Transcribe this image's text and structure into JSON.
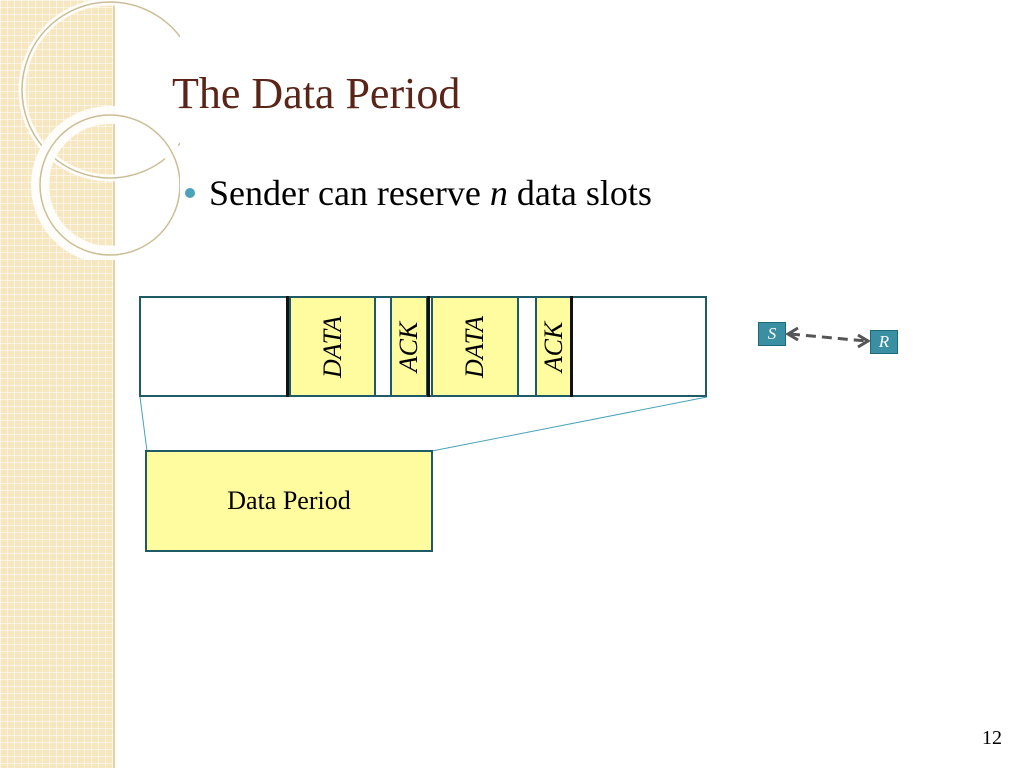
{
  "slide": {
    "title": "The Data Period",
    "bullet": {
      "before": "Sender can reserve ",
      "emphasis": "n",
      "after": " data slots"
    },
    "page_number": "12"
  },
  "diagram": {
    "slots": [
      {
        "label": "DATA"
      },
      {
        "label": "ACK"
      },
      {
        "label": "DATA"
      },
      {
        "label": "ACK"
      }
    ],
    "period_label": "Data Period",
    "nodes": {
      "sender": "S",
      "receiver": "R"
    }
  },
  "colors": {
    "title": "#5a2418",
    "slot_fill": "#fffb9f",
    "border": "#1f5b66",
    "accent": "#3a8fa3",
    "side_strip": "#f6e7c1"
  }
}
